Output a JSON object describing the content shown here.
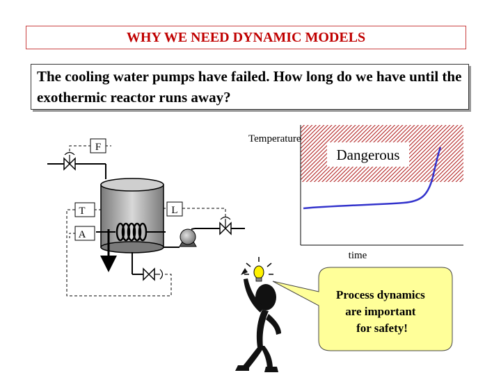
{
  "title": "WHY WE NEED DYNAMIC MODELS",
  "question": "The cooling water pumps have failed.  How long do we have until the exothermic reactor runs away?",
  "process": {
    "flow_label": "F",
    "temperature_label": "T",
    "analyzer_label": "A",
    "level_label": "L"
  },
  "plot": {
    "ylabel": "Temperature",
    "xlabel": "time",
    "zone_label": "Dangerous",
    "curve_color": "#3333cc",
    "zone_color": "#b22222"
  },
  "callout": {
    "text_lines": [
      "Process dynamics",
      "are important",
      "for safety!"
    ],
    "fill_color": "#ffff99"
  }
}
